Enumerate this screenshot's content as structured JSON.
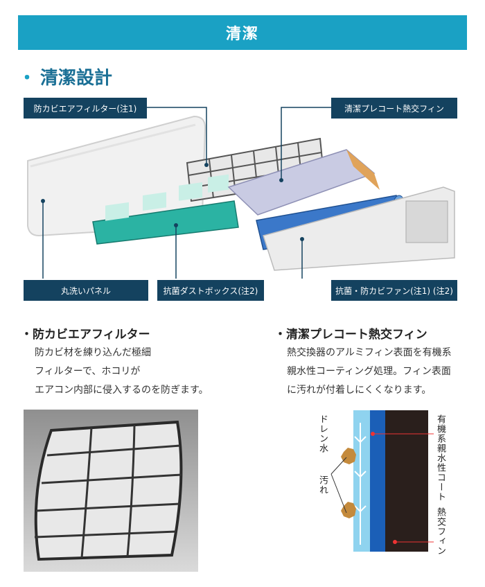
{
  "banner": {
    "title": "清潔"
  },
  "section": {
    "bullet": "・",
    "title": "清潔設計"
  },
  "diagram": {
    "labels": {
      "filter": "防カビエアフィルター(注1)",
      "coat": "清潔プレコート熱交フィン",
      "panel": "丸洗いパネル",
      "dustbox": "抗菌ダストボックス(注2)",
      "fan": "抗菌・防カビファン(注1) (注2)"
    }
  },
  "filter_desc": {
    "heading": "・防カビエアフィルター",
    "lines": [
      "防カビ材を練り込んだ極細",
      "フィルターで、ホコリが",
      "エアコン内部に侵入するのを防ぎます。"
    ]
  },
  "coat_desc": {
    "heading": "・清潔プレコート熱交フィン",
    "lines": [
      "熱交換器のアルミフィン表面を有機系",
      "親水性コーティング処理。フィン表面",
      "に汚れが付着しにくくなります。"
    ]
  },
  "fin_diagram": {
    "drain": "ドレン水",
    "dirt": "汚れ",
    "coating": "有機系親水性コート",
    "fin": "熱交フィン"
  },
  "colors": {
    "accent": "#1aa1c4",
    "label_bg": "#14425f",
    "water": "#8fd3ef",
    "coat": "#1b5fb7",
    "fin": "#2a1f1c",
    "dirt": "#c48a3c"
  }
}
